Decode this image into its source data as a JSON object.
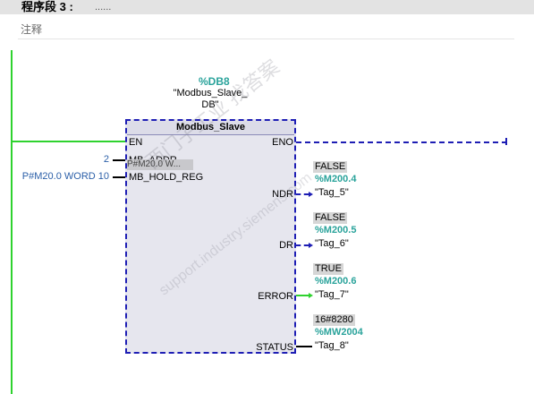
{
  "header": {
    "title": "程序段 3 :",
    "dots": "......"
  },
  "comment": "注释",
  "instance": {
    "db_addr": "%DB8",
    "db_name_line1": "\"Modbus_Slave_",
    "db_name_line2": "DB\""
  },
  "block": {
    "title": "Modbus_Slave",
    "pins_in": {
      "en": "EN",
      "mb_addr": "MB_ADDR",
      "mb_hold_reg": "MB_HOLD_REG"
    },
    "pins_out": {
      "eno": "ENO",
      "ndr": "NDR",
      "dr": "DR",
      "error": "ERROR",
      "status": "STATUS"
    },
    "overlay_text": "P#M20.0 W..."
  },
  "inputs": {
    "mb_addr_value": "2",
    "mb_hold_reg_value": "P#M20.0 WORD 10"
  },
  "outputs": {
    "ndr": {
      "value": "FALSE",
      "addr": "%M200.4",
      "tag": "\"Tag_5\""
    },
    "dr": {
      "value": "FALSE",
      "addr": "%M200.5",
      "tag": "\"Tag_6\""
    },
    "error": {
      "value": "TRUE",
      "addr": "%M200.6",
      "tag": "\"Tag_7\""
    },
    "status": {
      "value": "16#8280",
      "addr": "%MW2004",
      "tag": "\"Tag_8\""
    }
  },
  "watermark": {
    "line1": "西门子工业 找答案",
    "line2": "support.industry.siemens.com"
  },
  "colors": {
    "power_flow": "#2fd22f",
    "block_border": "#1e1eb4",
    "address": "#2aa39b"
  }
}
